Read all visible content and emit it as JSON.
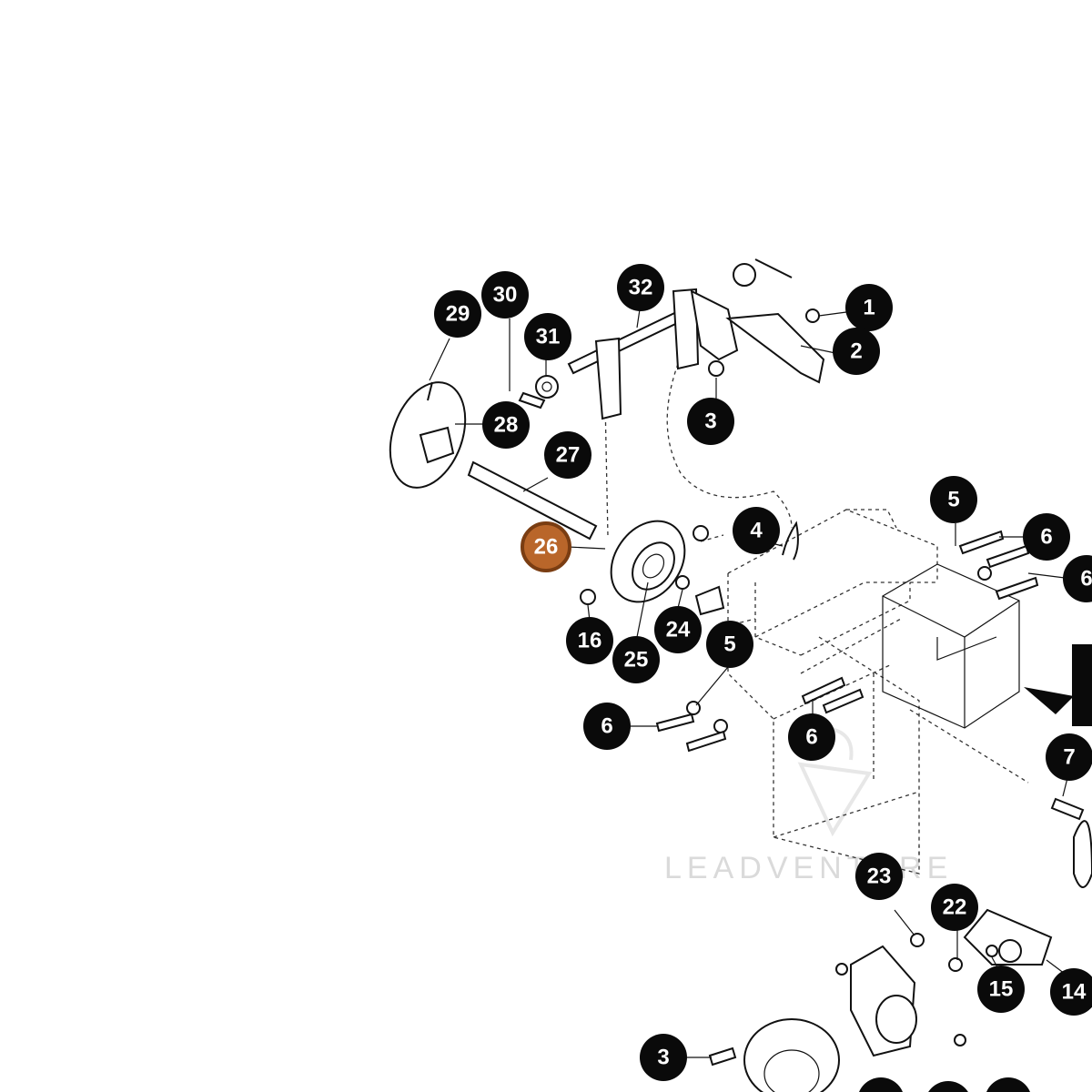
{
  "diagram": {
    "callouts": [
      {
        "id": "c1",
        "label": "1"
      },
      {
        "id": "c2",
        "label": "2"
      },
      {
        "id": "c3a",
        "label": "3"
      },
      {
        "id": "c3b",
        "label": "3"
      },
      {
        "id": "c4",
        "label": "4"
      },
      {
        "id": "c5a",
        "label": "5"
      },
      {
        "id": "c5b",
        "label": "5"
      },
      {
        "id": "c6a",
        "label": "6"
      },
      {
        "id": "c6b",
        "label": "6"
      },
      {
        "id": "c6c",
        "label": "6"
      },
      {
        "id": "c6d",
        "label": "6"
      },
      {
        "id": "c7",
        "label": "7"
      },
      {
        "id": "c14",
        "label": "14"
      },
      {
        "id": "c15",
        "label": "15"
      },
      {
        "id": "c16",
        "label": "16"
      },
      {
        "id": "c22",
        "label": "22"
      },
      {
        "id": "c23",
        "label": "23"
      },
      {
        "id": "c24",
        "label": "24"
      },
      {
        "id": "c25",
        "label": "25"
      },
      {
        "id": "c26",
        "label": "26",
        "highlighted": true
      },
      {
        "id": "c27",
        "label": "27"
      },
      {
        "id": "c28",
        "label": "28"
      },
      {
        "id": "c29",
        "label": "29"
      },
      {
        "id": "c30",
        "label": "30"
      },
      {
        "id": "c31",
        "label": "31"
      },
      {
        "id": "c32",
        "label": "32"
      }
    ],
    "watermark": "LEADVENTURE",
    "colors": {
      "callout": "#0a0a0a",
      "highlight": "#b9662a",
      "highlight_ring": "#7a3d12",
      "line": "#111111",
      "watermark": "#dadada"
    }
  }
}
